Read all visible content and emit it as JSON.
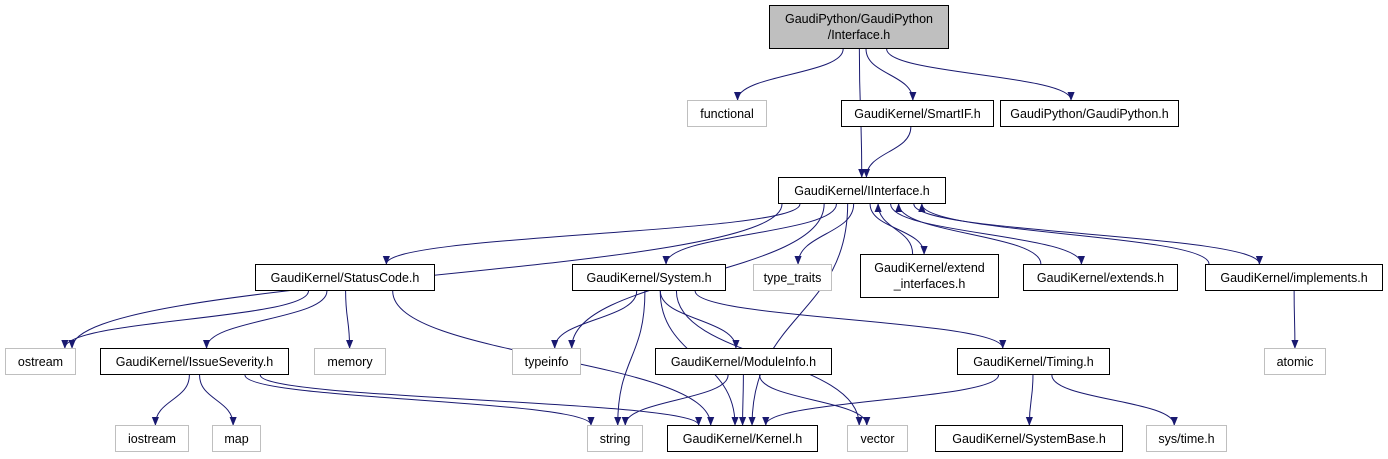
{
  "diagram": {
    "title": "Include dependency graph for GaudiPython/GaudiPython/Interface.h",
    "edge_color": "#191970",
    "root_fill": "#bfbfbf",
    "external_border": "#bfbfbf",
    "nodes": [
      {
        "id": "root",
        "label": "GaudiPython/GaudiPython\n/Interface.h",
        "kind": "root"
      },
      {
        "id": "functional",
        "label": "functional",
        "kind": "external"
      },
      {
        "id": "smartif",
        "label": "GaudiKernel/SmartIF.h",
        "kind": "documented"
      },
      {
        "id": "gaudipython",
        "label": "GaudiPython/GaudiPython.h",
        "kind": "documented"
      },
      {
        "id": "iinterface",
        "label": "GaudiKernel/IInterface.h",
        "kind": "documented"
      },
      {
        "id": "statuscode",
        "label": "GaudiKernel/StatusCode.h",
        "kind": "documented"
      },
      {
        "id": "system",
        "label": "GaudiKernel/System.h",
        "kind": "documented"
      },
      {
        "id": "type_traits",
        "label": "type_traits",
        "kind": "external"
      },
      {
        "id": "extend_interfaces",
        "label": "GaudiKernel/extend\n_interfaces.h",
        "kind": "documented"
      },
      {
        "id": "extends",
        "label": "GaudiKernel/extends.h",
        "kind": "documented"
      },
      {
        "id": "implements",
        "label": "GaudiKernel/implements.h",
        "kind": "documented"
      },
      {
        "id": "ostream",
        "label": "ostream",
        "kind": "external"
      },
      {
        "id": "issueseverity",
        "label": "GaudiKernel/IssueSeverity.h",
        "kind": "documented"
      },
      {
        "id": "memory",
        "label": "memory",
        "kind": "external"
      },
      {
        "id": "typeinfo",
        "label": "typeinfo",
        "kind": "external"
      },
      {
        "id": "moduleinfo",
        "label": "GaudiKernel/ModuleInfo.h",
        "kind": "documented"
      },
      {
        "id": "timing",
        "label": "GaudiKernel/Timing.h",
        "kind": "documented"
      },
      {
        "id": "atomic",
        "label": "atomic",
        "kind": "external"
      },
      {
        "id": "iostream",
        "label": "iostream",
        "kind": "external"
      },
      {
        "id": "map",
        "label": "map",
        "kind": "external"
      },
      {
        "id": "string",
        "label": "string",
        "kind": "external"
      },
      {
        "id": "kernel",
        "label": "GaudiKernel/Kernel.h",
        "kind": "documented"
      },
      {
        "id": "vector",
        "label": "vector",
        "kind": "external"
      },
      {
        "id": "systembase",
        "label": "GaudiKernel/SystemBase.h",
        "kind": "documented"
      },
      {
        "id": "systime",
        "label": "sys/time.h",
        "kind": "external"
      }
    ],
    "edges": [
      {
        "from": "root",
        "to": "functional"
      },
      {
        "from": "root",
        "to": "smartif"
      },
      {
        "from": "root",
        "to": "gaudipython"
      },
      {
        "from": "root",
        "to": "iinterface"
      },
      {
        "from": "smartif",
        "to": "iinterface"
      },
      {
        "from": "iinterface",
        "to": "ostream"
      },
      {
        "from": "iinterface",
        "to": "statuscode"
      },
      {
        "from": "iinterface",
        "to": "typeinfo"
      },
      {
        "from": "iinterface",
        "to": "kernel"
      },
      {
        "from": "iinterface",
        "to": "system"
      },
      {
        "from": "iinterface",
        "to": "type_traits"
      },
      {
        "from": "iinterface",
        "to": "extend_interfaces"
      },
      {
        "from": "iinterface",
        "to": "extends"
      },
      {
        "from": "iinterface",
        "to": "implements"
      },
      {
        "from": "extend_interfaces",
        "to": "iinterface"
      },
      {
        "from": "extends",
        "to": "iinterface"
      },
      {
        "from": "implements",
        "to": "iinterface"
      },
      {
        "from": "implements",
        "to": "atomic"
      },
      {
        "from": "statuscode",
        "to": "ostream"
      },
      {
        "from": "statuscode",
        "to": "issueseverity"
      },
      {
        "from": "statuscode",
        "to": "memory"
      },
      {
        "from": "statuscode",
        "to": "kernel"
      },
      {
        "from": "issueseverity",
        "to": "iostream"
      },
      {
        "from": "issueseverity",
        "to": "map"
      },
      {
        "from": "issueseverity",
        "to": "string"
      },
      {
        "from": "issueseverity",
        "to": "kernel"
      },
      {
        "from": "system",
        "to": "typeinfo"
      },
      {
        "from": "system",
        "to": "string"
      },
      {
        "from": "system",
        "to": "moduleinfo"
      },
      {
        "from": "system",
        "to": "kernel"
      },
      {
        "from": "system",
        "to": "vector"
      },
      {
        "from": "system",
        "to": "timing"
      },
      {
        "from": "moduleinfo",
        "to": "string"
      },
      {
        "from": "moduleinfo",
        "to": "kernel"
      },
      {
        "from": "moduleinfo",
        "to": "vector"
      },
      {
        "from": "timing",
        "to": "kernel"
      },
      {
        "from": "timing",
        "to": "systembase"
      },
      {
        "from": "timing",
        "to": "systime"
      }
    ]
  }
}
